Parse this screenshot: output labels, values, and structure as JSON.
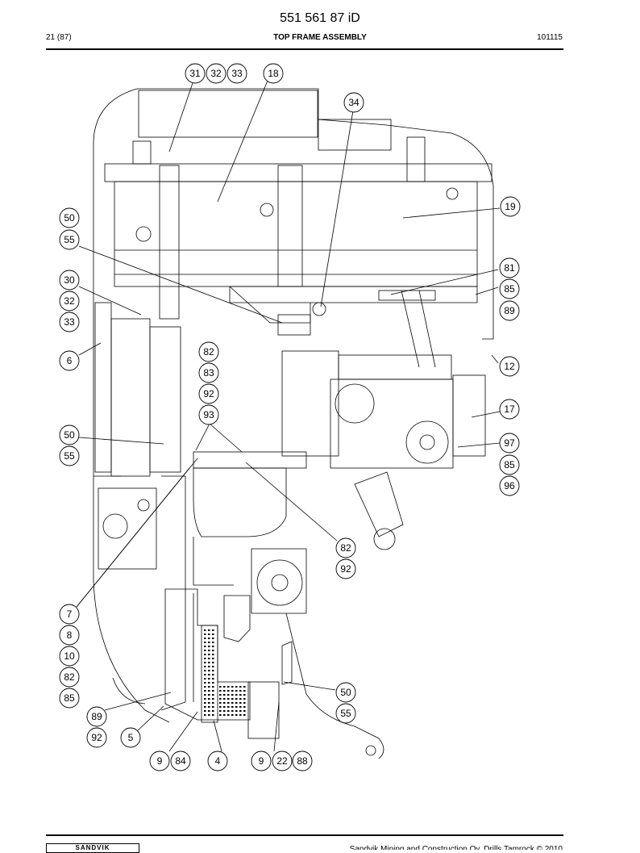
{
  "header": {
    "doc_number": "551 561 87 iD",
    "page": "21 (87)",
    "title": "TOP FRAME ASSEMBLY",
    "date_code": "101115"
  },
  "footer": {
    "logo_text": "SANDVIK",
    "copyright": "Sandvik Mining and Construction Oy, Drills Tamrock © 2010"
  },
  "callouts": [
    {
      "id": "c1",
      "label": "31"
    },
    {
      "id": "c2",
      "label": "32"
    },
    {
      "id": "c3",
      "label": "33"
    },
    {
      "id": "c4",
      "label": "18"
    },
    {
      "id": "c5",
      "label": "34"
    },
    {
      "id": "c6",
      "label": "19"
    },
    {
      "id": "c7",
      "label": "50"
    },
    {
      "id": "c8",
      "label": "55"
    },
    {
      "id": "c9",
      "label": "81"
    },
    {
      "id": "c10",
      "label": "85"
    },
    {
      "id": "c11",
      "label": "89"
    },
    {
      "id": "c12",
      "label": "30"
    },
    {
      "id": "c13",
      "label": "32"
    },
    {
      "id": "c14",
      "label": "33"
    },
    {
      "id": "c15",
      "label": "82"
    },
    {
      "id": "c16",
      "label": "6"
    },
    {
      "id": "c17",
      "label": "83"
    },
    {
      "id": "c18",
      "label": "12"
    },
    {
      "id": "c19",
      "label": "92"
    },
    {
      "id": "c20",
      "label": "17"
    },
    {
      "id": "c21",
      "label": "93"
    },
    {
      "id": "c22",
      "label": "50"
    },
    {
      "id": "c23",
      "label": "97"
    },
    {
      "id": "c24",
      "label": "55"
    },
    {
      "id": "c25",
      "label": "85"
    },
    {
      "id": "c26",
      "label": "96"
    },
    {
      "id": "c27",
      "label": "82"
    },
    {
      "id": "c28",
      "label": "92"
    },
    {
      "id": "c29",
      "label": "7"
    },
    {
      "id": "c30",
      "label": "8"
    },
    {
      "id": "c31",
      "label": "10"
    },
    {
      "id": "c32",
      "label": "82"
    },
    {
      "id": "c33",
      "label": "85"
    },
    {
      "id": "c34",
      "label": "50"
    },
    {
      "id": "c35",
      "label": "89"
    },
    {
      "id": "c36",
      "label": "55"
    },
    {
      "id": "c37",
      "label": "92"
    },
    {
      "id": "c38",
      "label": "5"
    },
    {
      "id": "c39",
      "label": "9"
    },
    {
      "id": "c40",
      "label": "84"
    },
    {
      "id": "c41",
      "label": "4"
    },
    {
      "id": "c42",
      "label": "9"
    },
    {
      "id": "c43",
      "label": "22"
    },
    {
      "id": "c44",
      "label": "88"
    }
  ]
}
